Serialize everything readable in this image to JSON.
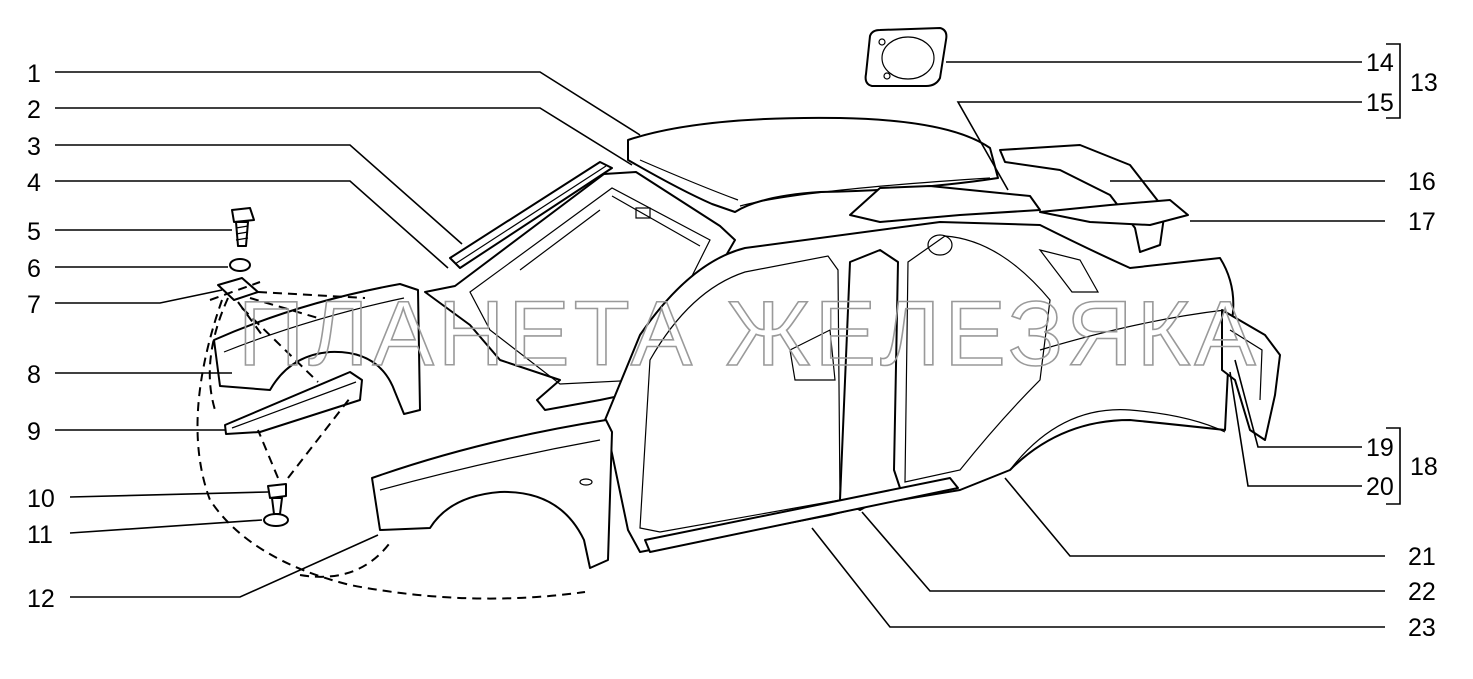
{
  "diagram": {
    "watermark": "ПЛАНЕТА ЖЕЛЕЗЯКА",
    "labels_left": [
      "1",
      "2",
      "3",
      "4",
      "5",
      "6",
      "7",
      "8",
      "9",
      "10",
      "11",
      "12"
    ],
    "labels_right": [
      "14",
      "15",
      "16",
      "17",
      "19",
      "20",
      "21",
      "22",
      "23"
    ],
    "group_labels": [
      "13",
      "18"
    ],
    "colors": {
      "ink": "#000000",
      "background": "#ffffff",
      "watermark": "#9a9a9a"
    }
  }
}
